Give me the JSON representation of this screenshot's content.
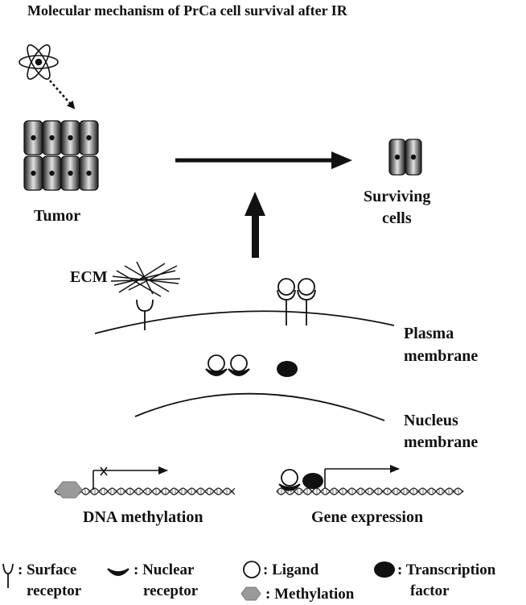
{
  "title": "Molecular mechanism of PrCa cell survival after IR",
  "labels": {
    "tumor": "Tumor",
    "surviving_1": "Surviving",
    "surviving_2": "cells",
    "ecm": "ECM",
    "plasma_1": "Plasma",
    "plasma_2": "membrane",
    "nucleus_1": "Nucleus",
    "nucleus_2": "membrane",
    "dna_methylation": "DNA methylation",
    "gene_expression": "Gene expression"
  },
  "legend": {
    "surface_receptor_1": ": Surface",
    "surface_receptor_2": "receptor",
    "nuclear_receptor_1": ": Nuclear",
    "nuclear_receptor_2": "receptor",
    "ligand": ": Ligand",
    "methylation": ": Methylation",
    "transcription_factor_1": ": Transcription",
    "transcription_factor_2": "factor"
  },
  "colors": {
    "ink": "#111111",
    "methylation": "#9a9a9a",
    "cell_dark": "#222222",
    "cell_light": "#d8d8d8"
  }
}
